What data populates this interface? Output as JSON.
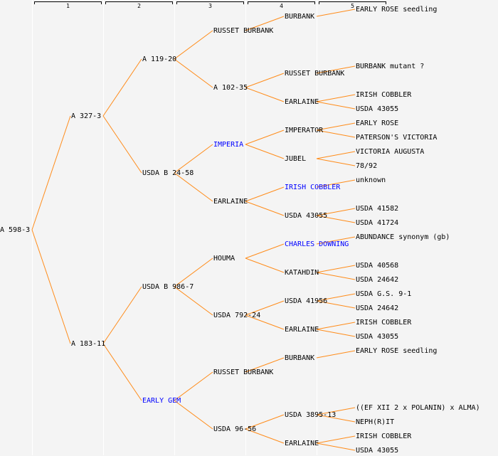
{
  "colors": {
    "line": "#ff8c1a",
    "text": "#000000",
    "highlight": "#0000ff",
    "background": "#f4f4f4"
  },
  "columns": [
    "1",
    "2",
    "3",
    "4",
    "5"
  ],
  "tree": {
    "name": "A 598-3",
    "parents": [
      {
        "name": "A 327-3",
        "parents": [
          {
            "name": "A 119-20",
            "parents": [
              {
                "name": "RUSSET BURBANK",
                "parents": [
                  {
                    "name": "BURBANK",
                    "parents": [
                      {
                        "name": "EARLY ROSE seedling"
                      },
                      null
                    ]
                  },
                  null
                ]
              },
              {
                "name": "A 102-35",
                "parents": [
                  {
                    "name": "RUSSET BURBANK",
                    "parents": [
                      {
                        "name": "BURBANK mutant ?"
                      },
                      null
                    ]
                  },
                  {
                    "name": "EARLAINE",
                    "parents": [
                      {
                        "name": "IRISH COBBLER"
                      },
                      {
                        "name": "USDA 43055"
                      }
                    ]
                  }
                ]
              }
            ]
          },
          {
            "name": "USDA B 24-58",
            "parents": [
              {
                "name": "IMPERIA",
                "highlight": true,
                "parents": [
                  {
                    "name": "IMPERATOR",
                    "parents": [
                      {
                        "name": "EARLY ROSE"
                      },
                      {
                        "name": "PATERSON'S VICTORIA"
                      }
                    ]
                  },
                  {
                    "name": "JUBEL",
                    "parents": [
                      {
                        "name": "VICTORIA AUGUSTA"
                      },
                      {
                        "name": "78/92"
                      }
                    ]
                  }
                ]
              },
              {
                "name": "EARLAINE",
                "parents": [
                  {
                    "name": "IRISH COBBLER",
                    "highlight": true,
                    "parents": [
                      {
                        "name": "unknown"
                      },
                      null
                    ]
                  },
                  {
                    "name": "USDA 43055",
                    "parents": [
                      {
                        "name": "USDA 41582"
                      },
                      {
                        "name": "USDA 41724"
                      }
                    ]
                  }
                ]
              }
            ]
          }
        ]
      },
      {
        "name": "A 183-11",
        "parents": [
          {
            "name": "USDA B 986-7",
            "parents": [
              {
                "name": "HOUMA",
                "parents": [
                  {
                    "name": "CHARLES DOWNING",
                    "highlight": true,
                    "parents": [
                      {
                        "name": "ABUNDANCE synonym (gb)"
                      },
                      null
                    ]
                  },
                  {
                    "name": "KATAHDIN",
                    "parents": [
                      {
                        "name": "USDA 40568"
                      },
                      {
                        "name": "USDA 24642"
                      }
                    ]
                  }
                ]
              },
              {
                "name": "USDA 792-24",
                "parents": [
                  {
                    "name": "USDA 41956",
                    "parents": [
                      {
                        "name": "USDA G.S. 9-1"
                      },
                      {
                        "name": "USDA 24642"
                      }
                    ]
                  },
                  {
                    "name": "EARLAINE",
                    "parents": [
                      {
                        "name": "IRISH COBBLER"
                      },
                      {
                        "name": "USDA 43055"
                      }
                    ]
                  }
                ]
              }
            ]
          },
          {
            "name": "EARLY GEM",
            "highlight": true,
            "parents": [
              {
                "name": "RUSSET BURBANK",
                "parents": [
                  {
                    "name": "BURBANK",
                    "parents": [
                      {
                        "name": "EARLY ROSE seedling"
                      },
                      null
                    ]
                  },
                  null
                ]
              },
              {
                "name": "USDA 96-56",
                "parents": [
                  {
                    "name": "USDA 3895-13",
                    "parents": [
                      {
                        "name": "((EF XII 2 x POLANIN) x ALMA)"
                      },
                      {
                        "name": "NEPH(R)IT"
                      }
                    ]
                  },
                  {
                    "name": "EARLAINE",
                    "parents": [
                      {
                        "name": "IRISH COBBLER"
                      },
                      {
                        "name": "USDA 43055"
                      }
                    ]
                  }
                ]
              }
            ]
          }
        ]
      }
    ]
  }
}
